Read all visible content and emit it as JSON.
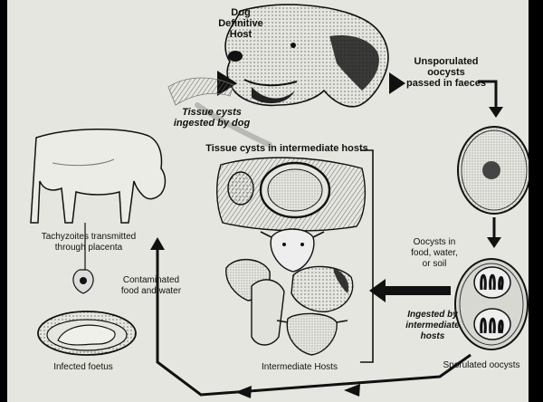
{
  "diagram": {
    "labels": {
      "dog_host": "Dog\nDefinitive\nHost",
      "unsporulated": "Unsporulated\noocysts\npassed in faeces",
      "tissue_cysts_ingested": "Tissue cysts\ningested by dog",
      "tissue_cysts_hosts": "Tissue cysts in intermediate hosts",
      "tachyzoites": "Tachyzoites transmitted\nthrough placenta",
      "oocysts_in": "Oocysts in\nfood, water,\nor soil",
      "contaminated": "Contaminated\nfood and water",
      "ingested_intermediate": "Ingested by\nintermediate\nhosts",
      "infected_foetus": "Infected foetus",
      "intermediate_hosts": "Intermediate Hosts",
      "sporulated": "Sporulated oocysts"
    },
    "colors": {
      "ink": "#111111",
      "paper": "#e6e6e0",
      "frame": "#000000"
    }
  }
}
